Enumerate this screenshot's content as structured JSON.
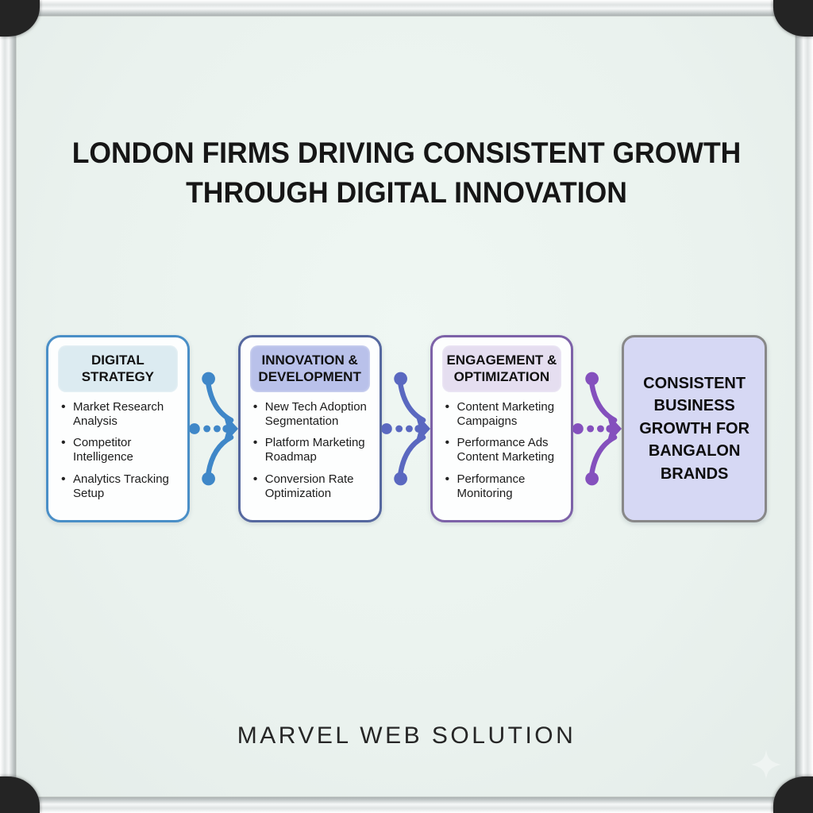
{
  "title": {
    "line1": "LONDON FIRMS DRIVING CONSISTENT GROWTH",
    "line2": "THROUGH DIGITAL INNOVATION"
  },
  "footer": {
    "brand": "MARVEL WEB SOLUTION"
  },
  "flow": {
    "boxes": [
      {
        "header": "DIGITAL STRATEGY",
        "header_bg": "#dcebf1",
        "border_color": "#4a8fc7",
        "items": [
          "Market Research Analysis",
          "Competitor Intelligence",
          "Analytics Tracking Setup"
        ]
      },
      {
        "header": "INNOVATION & DEVELOPMENT",
        "header_bg": "#b9c1ea",
        "border_color": "#56689f",
        "items": [
          "New Tech Adoption Segmentation",
          "Platform Marketing Roadmap",
          "Conversion Rate Optimization"
        ]
      },
      {
        "header": "ENGAGEMENT & OPTIMIZATION",
        "header_bg": "#e5def0",
        "border_color": "#7d62a8",
        "items": [
          "Content Marketing Campaigns",
          "Performance Ads Content Marketing",
          "Performance Monitoring"
        ]
      }
    ],
    "arrows": [
      {
        "name": "strategy-to-innovation",
        "color": "#3f87c8"
      },
      {
        "name": "innovation-to-engagement",
        "color": "#5a68c0"
      },
      {
        "name": "engagement-to-growth",
        "color": "#8450bd"
      }
    ],
    "final_box": {
      "text": "CONSISTENT BUSINESS GROWTH FOR BANGALON BRANDS",
      "bg": "#d6d8f4",
      "border_color": "#6b6cb5"
    }
  }
}
